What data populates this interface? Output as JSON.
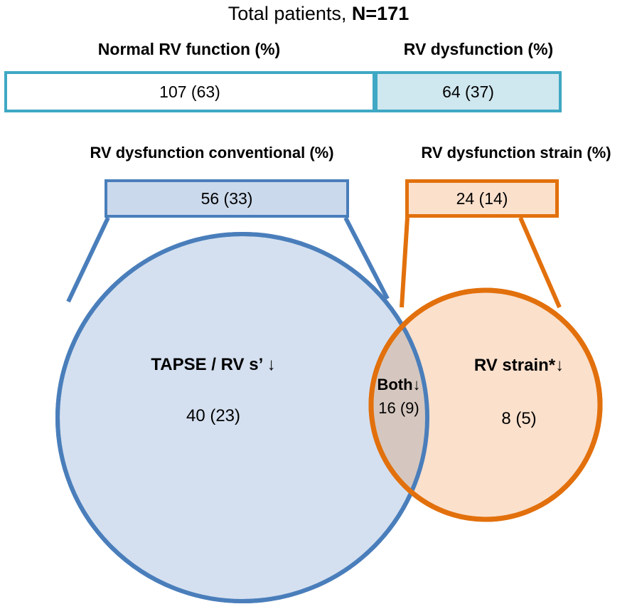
{
  "title": {
    "prefix": "Total patients, ",
    "bold": "N=171",
    "full": "Total patients, N=171"
  },
  "top_row": {
    "headers": {
      "normal": "Normal RV function (%)",
      "dysfunction": "RV dysfunction (%)"
    },
    "cells": {
      "normal_value": "107 (63)",
      "dysfunction_value": "64 (37)"
    }
  },
  "second_row": {
    "headers": {
      "conventional": "RV dysfunction conventional (%)",
      "strain": "RV dysfunction strain (%)"
    },
    "boxes": {
      "conventional_value": "56 (33)",
      "strain_value": "24 (14)"
    }
  },
  "venn": {
    "left": {
      "title": "TAPSE / RV s’ ↓",
      "value": "40 (23)"
    },
    "intersection": {
      "title": "Both↓",
      "value": "16 (9)"
    },
    "right": {
      "title": "RV strain*↓",
      "value": "8 (5)"
    }
  },
  "colors": {
    "teal_border": "#3FA8C4",
    "teal_fill": "#CFE7EF",
    "blue_border": "#4A7EBB",
    "blue_box_fill": "#CBD9EC",
    "blue_circle_fill": "#D4E0F0",
    "orange_border": "#E2700C",
    "orange_fill": "#FBE0CC",
    "intersection_fill": "#D5C7BF",
    "white": "#FFFFFF",
    "text": "#000000"
  },
  "chart_data": {
    "type": "venn",
    "title": "Total patients, N=171",
    "total": 171,
    "groups": [
      {
        "name": "Normal RV function",
        "count": 107,
        "percent": 63
      },
      {
        "name": "RV dysfunction",
        "count": 64,
        "percent": 37
      },
      {
        "name": "RV dysfunction conventional",
        "count": 56,
        "percent": 33
      },
      {
        "name": "RV dysfunction strain",
        "count": 24,
        "percent": 14
      }
    ],
    "sets": [
      {
        "name": "TAPSE / RV s’ ↓",
        "only_count": 40,
        "only_percent": 23
      },
      {
        "name": "RV strain*↓",
        "only_count": 8,
        "only_percent": 5
      }
    ],
    "intersection": {
      "name": "Both↓",
      "count": 16,
      "percent": 9
    }
  }
}
